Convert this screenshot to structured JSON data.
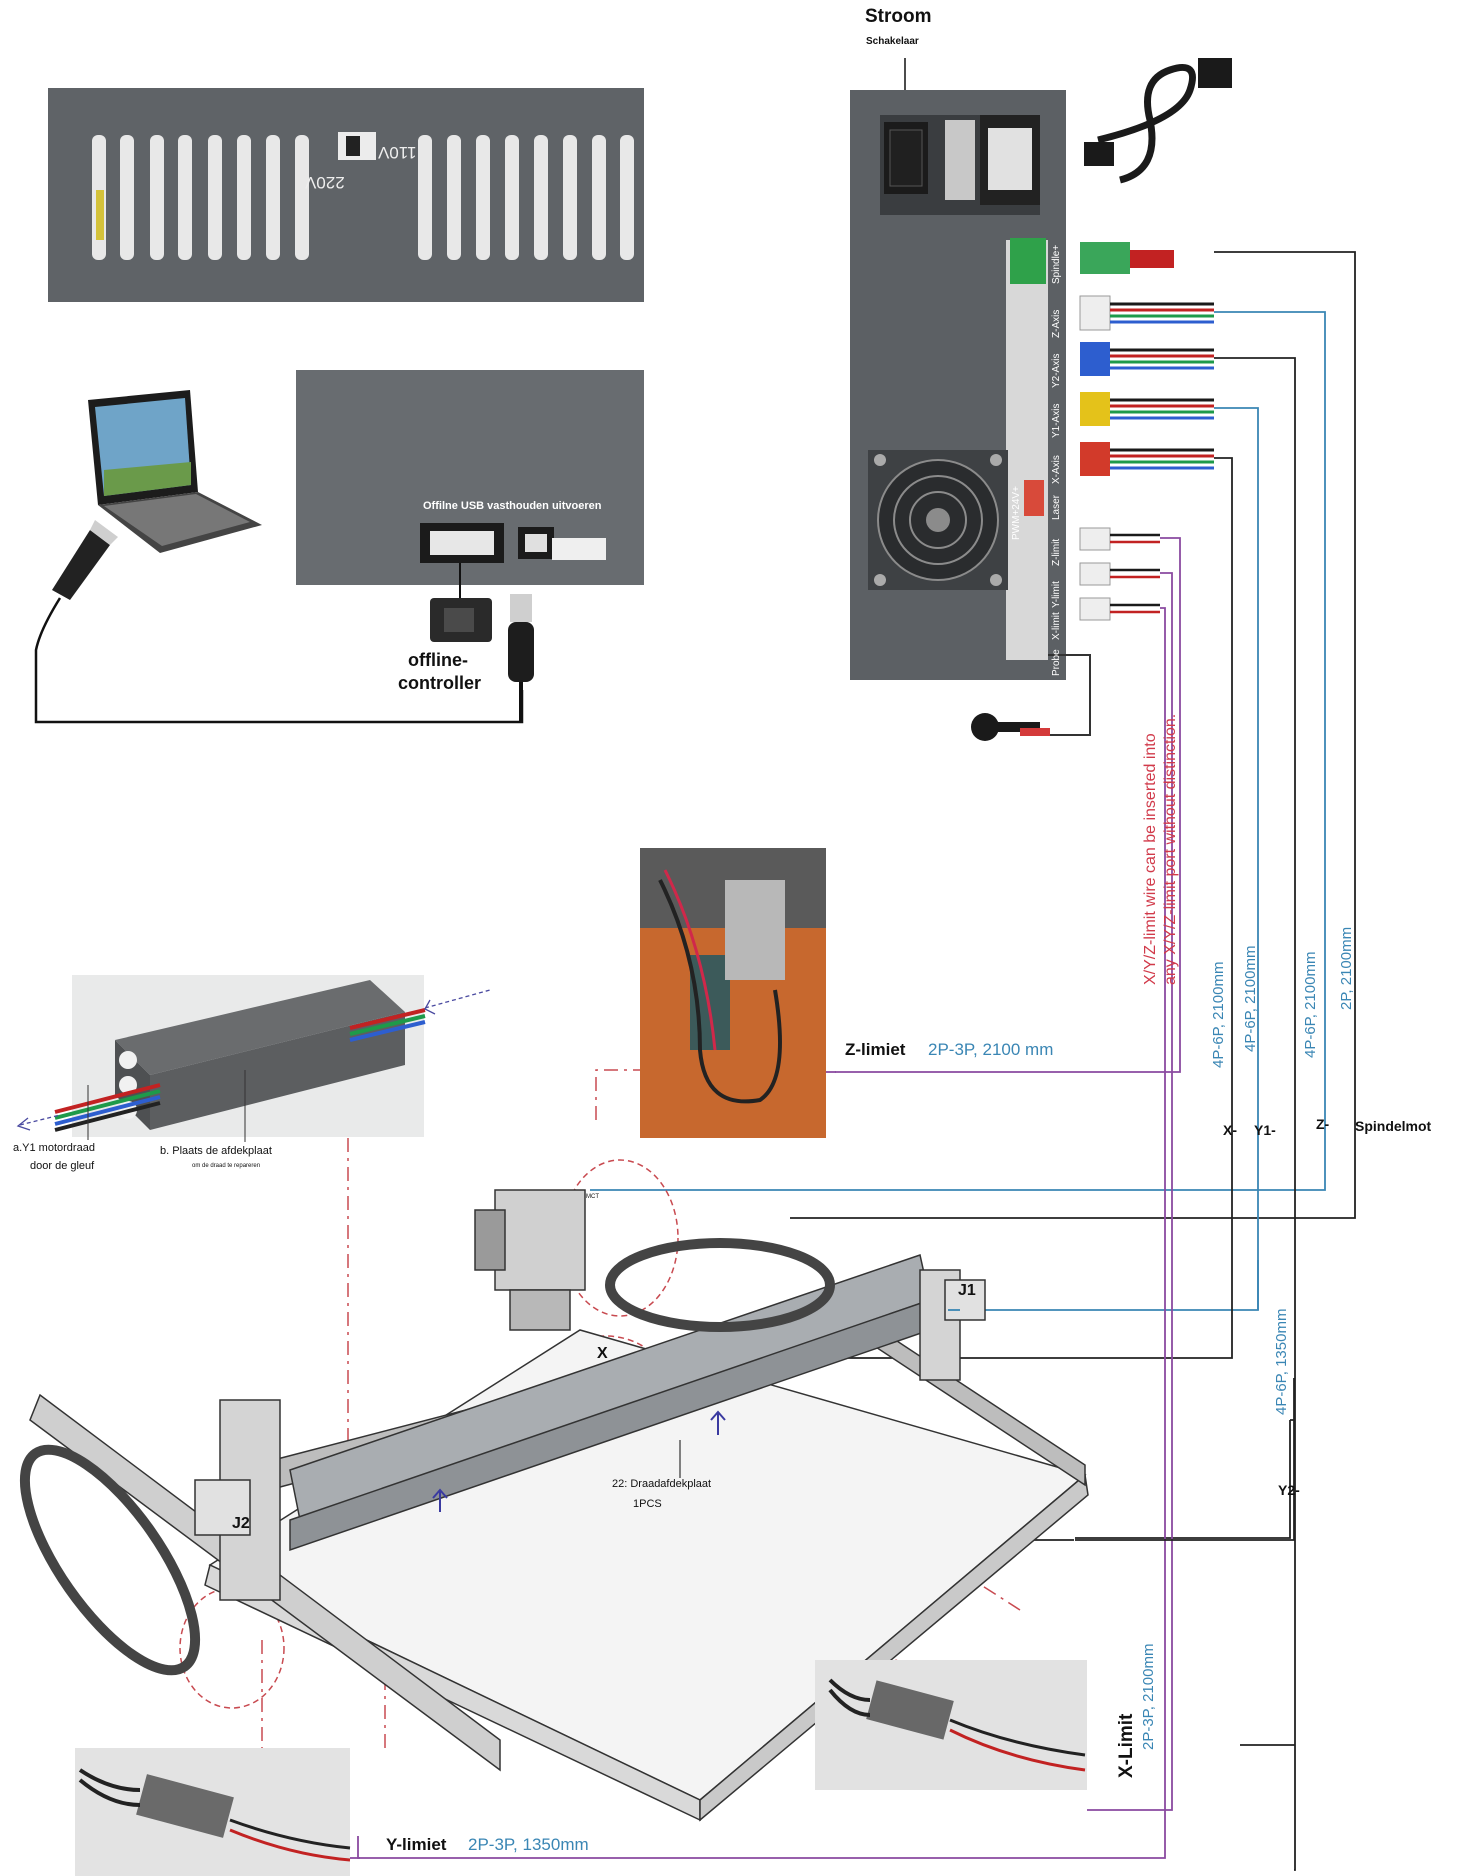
{
  "top_clip_text": "",
  "power": {
    "title": "Stroom",
    "subtitle": "Schakelaar"
  },
  "psu": {
    "v110": "110V",
    "v220": "220V"
  },
  "controller_front": {
    "caption": "Offilne USB vasthouden uitvoeren",
    "offline_label_1": "offline-",
    "offline_label_2": "controller",
    "computer_label": "Computer"
  },
  "board_ports": [
    "Spindle+",
    "Z-Axis",
    "Y2-Axis",
    "Y1-Axis",
    "X-Axis",
    "PWM+24V+",
    "Laser",
    "Z-limit",
    "Y-limit",
    "X-limit",
    "Probe"
  ],
  "notes": {
    "limit_note_1": "X/Y/Z-limit wire can be inserted into",
    "limit_note_2": "any X/Y/Z-limit port without distinction."
  },
  "cables": {
    "c1": "4P-6P, 2100mm",
    "c2": "4P-6P, 2100mm",
    "c3": "4P-6P, 2100mm",
    "c4": "2P, 2100mm",
    "c5": "4P-6P, 1350mm"
  },
  "axis_labels": {
    "x": "X-",
    "y1": "Y1-",
    "z": "Z-",
    "spindle": "Spindelmot",
    "y2": "Y2-",
    "j1": "J1",
    "j2": "J2",
    "x_mark": "X"
  },
  "z_limit": {
    "title": "Z-limiet",
    "spec": "2P-3P,  2100  mm"
  },
  "x_limit": {
    "title": "X-Limit",
    "spec": "2P-3P, 2100mm"
  },
  "y_limit": {
    "title": "Y-limiet",
    "spec": "2P-3P,  1350mm"
  },
  "cover": {
    "a1": "a.Y1  motordraad",
    "a2": "door  de  gleuf",
    "b1": "b.  Plaats  de  afdekplaat",
    "b2": "om de draad te repareren"
  },
  "plate": {
    "line1": "22:  Draadafdekplaat",
    "line2": "1PCS"
  },
  "mct": "MCT",
  "colors": {
    "cable_blue": "#3a86b4",
    "cable_black": "#222222",
    "limit_purple": "#8a4aa0",
    "dash_red": "#c84a50",
    "note_red": "#d13a4a"
  }
}
